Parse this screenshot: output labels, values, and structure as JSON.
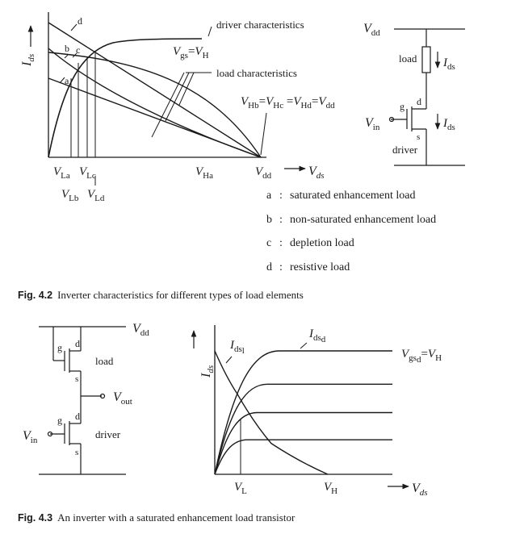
{
  "fig42": {
    "axis": {
      "y": "I",
      "y_sub": "ds",
      "x": "V",
      "x_sub": "ds"
    },
    "labels": {
      "driver_char": "driver characteristics",
      "load_char": "load characteristics",
      "vgs_left": "V",
      "vgs_left_sub": "gs",
      "vgs_eq": "=",
      "vgs_right": "V",
      "vgs_right_sub": "H",
      "curve_a": "a",
      "curve_b": "b",
      "curve_c": "c",
      "curve_d": "d",
      "vla": "V",
      "vla_sub": "La",
      "vlc": "V",
      "vlc_sub": "Lc",
      "vlb": "V",
      "vlb_sub": "Lb",
      "vld": "V",
      "vld_sub": "Ld",
      "vha": "V",
      "vha_sub": "Ha",
      "vdd": "V",
      "vdd_sub": "dd",
      "veq_1": "V",
      "veq_1_sub": "Hb",
      "veq_2": "V",
      "veq_2_sub": "Hc",
      "veq_3": "V",
      "veq_3_sub": "Hd",
      "veq_4": "V",
      "veq_4_sub": "dd",
      "veq_sign": "="
    },
    "circuit": {
      "vdd": "V",
      "vdd_sub": "dd",
      "load": "load",
      "ids_top": "I",
      "ids_top_sub": "ds",
      "g": "g",
      "d": "d",
      "s": "s",
      "vin": "V",
      "vin_sub": "in",
      "ids_bottom": "I",
      "ids_bottom_sub": "ds",
      "driver": "driver"
    },
    "legend": [
      {
        "key": "a",
        "sep": ":",
        "text": "saturated enhancement load"
      },
      {
        "key": "b",
        "sep": ":",
        "text": "non-saturated enhancement load"
      },
      {
        "key": "c",
        "sep": ":",
        "text": "depletion load"
      },
      {
        "key": "d",
        "sep": ":",
        "text": "resistive load"
      }
    ],
    "caption_num": "Fig. 4.2",
    "caption_text": "Inverter characteristics for different types of load elements"
  },
  "fig43": {
    "circuit": {
      "vdd": "V",
      "vdd_sub": "dd",
      "g1": "g",
      "d1": "d",
      "s1": "s",
      "load": "load",
      "vout": "V",
      "vout_sub": "out",
      "g2": "g",
      "d2": "d",
      "s2": "s",
      "vin": "V",
      "vin_sub": "in",
      "driver": "driver"
    },
    "chart_data": {
      "type": "line",
      "xlabel": "V",
      "xlabel_sub": "ds",
      "ylabel": "I",
      "ylabel_sub": "ds",
      "x_ticks": [
        {
          "label": "V",
          "sub": "L"
        },
        {
          "label": "V",
          "sub": "H"
        }
      ],
      "annotations": {
        "idsl": "I",
        "idsl_sub": "ds",
        "idsl_sub2": "l",
        "idsd": "I",
        "idsd_sub": "ds",
        "idsd_sub2": "d",
        "vgsd_left": "V",
        "vgsd_left_sub": "gs",
        "vgsd_left_sub2": "d",
        "vgsd_eq": "=",
        "vgsd_right": "V",
        "vgsd_right_sub": "H"
      },
      "series": [
        {
          "saturation_level": 1.0
        },
        {
          "saturation_level": 0.73
        },
        {
          "saturation_level": 0.5
        },
        {
          "saturation_level": 0.28
        }
      ],
      "load_curve": {
        "x": [
          0,
          0.2,
          0.5,
          1.0
        ],
        "y": [
          1.0,
          0.65,
          0.25,
          0.0
        ]
      }
    },
    "caption_num": "Fig. 4.3",
    "caption_text": "An inverter with a saturated enhancement load transistor"
  }
}
